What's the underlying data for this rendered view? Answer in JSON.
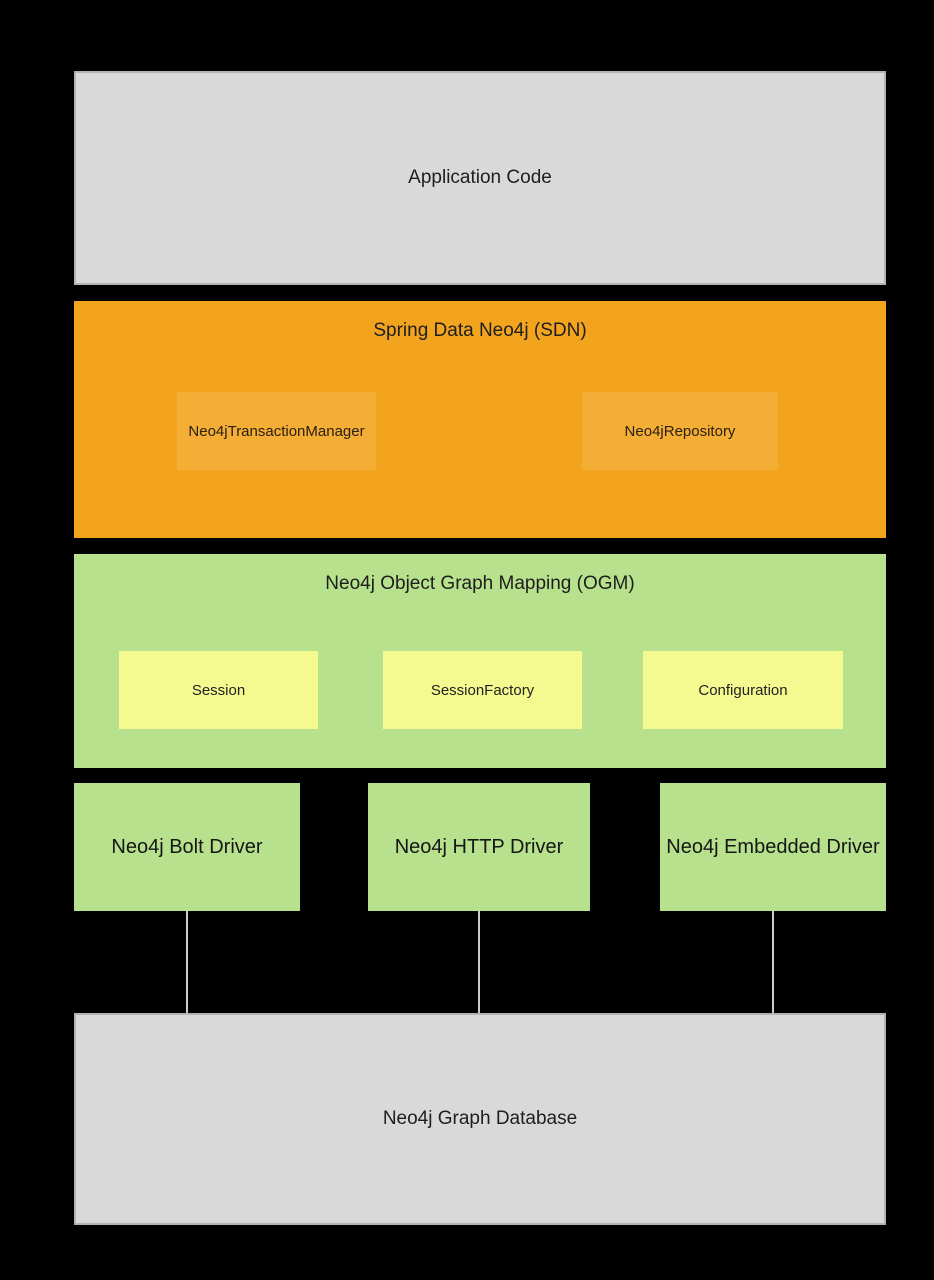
{
  "diagram": {
    "title": "Neo4j architecture stack diagram",
    "background_color": "#000000",
    "colors": {
      "gray_box": "#d9d9d9",
      "gray_border": "#b3b3b3",
      "orange_layer": "#f3a41f",
      "orange_inner": "#f6ad35",
      "green_layer": "#b7e18c",
      "yellow_inner": "#f4fa8f",
      "connector_line": "#cccccc",
      "text": "#1e1e1e"
    },
    "layers": {
      "application": {
        "label": "Application Code"
      },
      "sdn": {
        "title": "Spring Data Neo4j (SDN)",
        "components": [
          {
            "label": "Neo4jTransactionManager"
          },
          {
            "label": "Neo4jRepository"
          }
        ]
      },
      "ogm": {
        "title": "Neo4j Object Graph Mapping (OGM)",
        "components": [
          {
            "label": "Session"
          },
          {
            "label": "SessionFactory"
          },
          {
            "label": "Configuration"
          }
        ]
      },
      "drivers": [
        {
          "label": "Neo4j Bolt Driver"
        },
        {
          "label": "Neo4j HTTP Driver"
        },
        {
          "label": "Neo4j Embedded Driver"
        }
      ],
      "database": {
        "label": "Neo4j Graph Database"
      }
    }
  }
}
